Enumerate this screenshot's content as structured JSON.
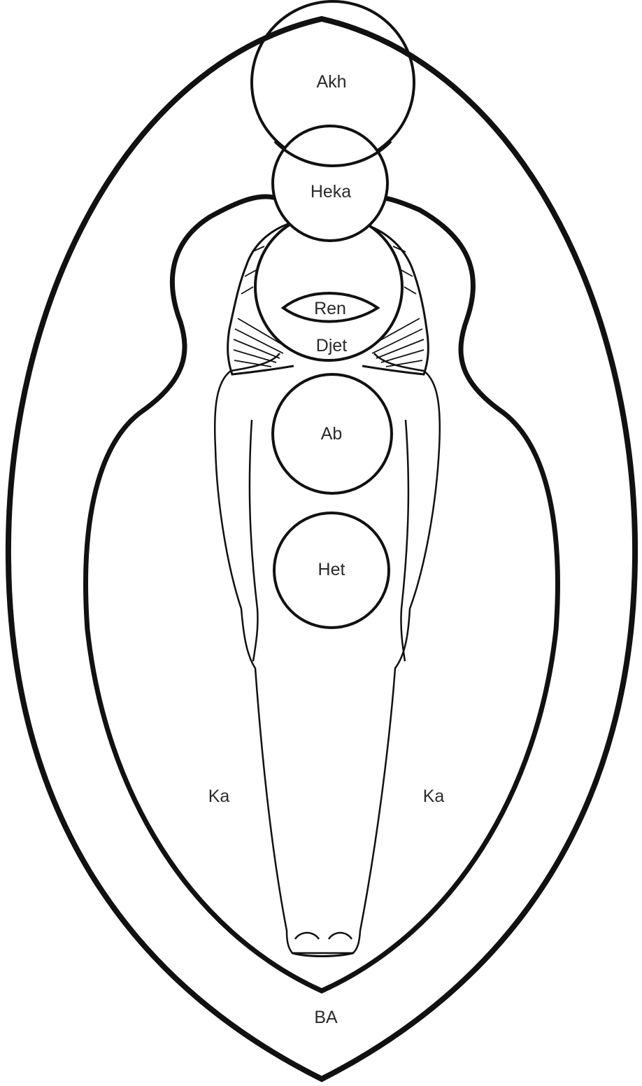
{
  "labels": {
    "akh": "Akh",
    "heka": "Heka",
    "ren": "Ren",
    "djet": "Djet",
    "ab": "Ab",
    "het": "Het",
    "ka_left": "Ka",
    "ka_right": "Ka",
    "ba": "BA"
  },
  "colors": {
    "stroke": "#111111",
    "background": "#ffffff",
    "text": "#2a2a2a"
  }
}
